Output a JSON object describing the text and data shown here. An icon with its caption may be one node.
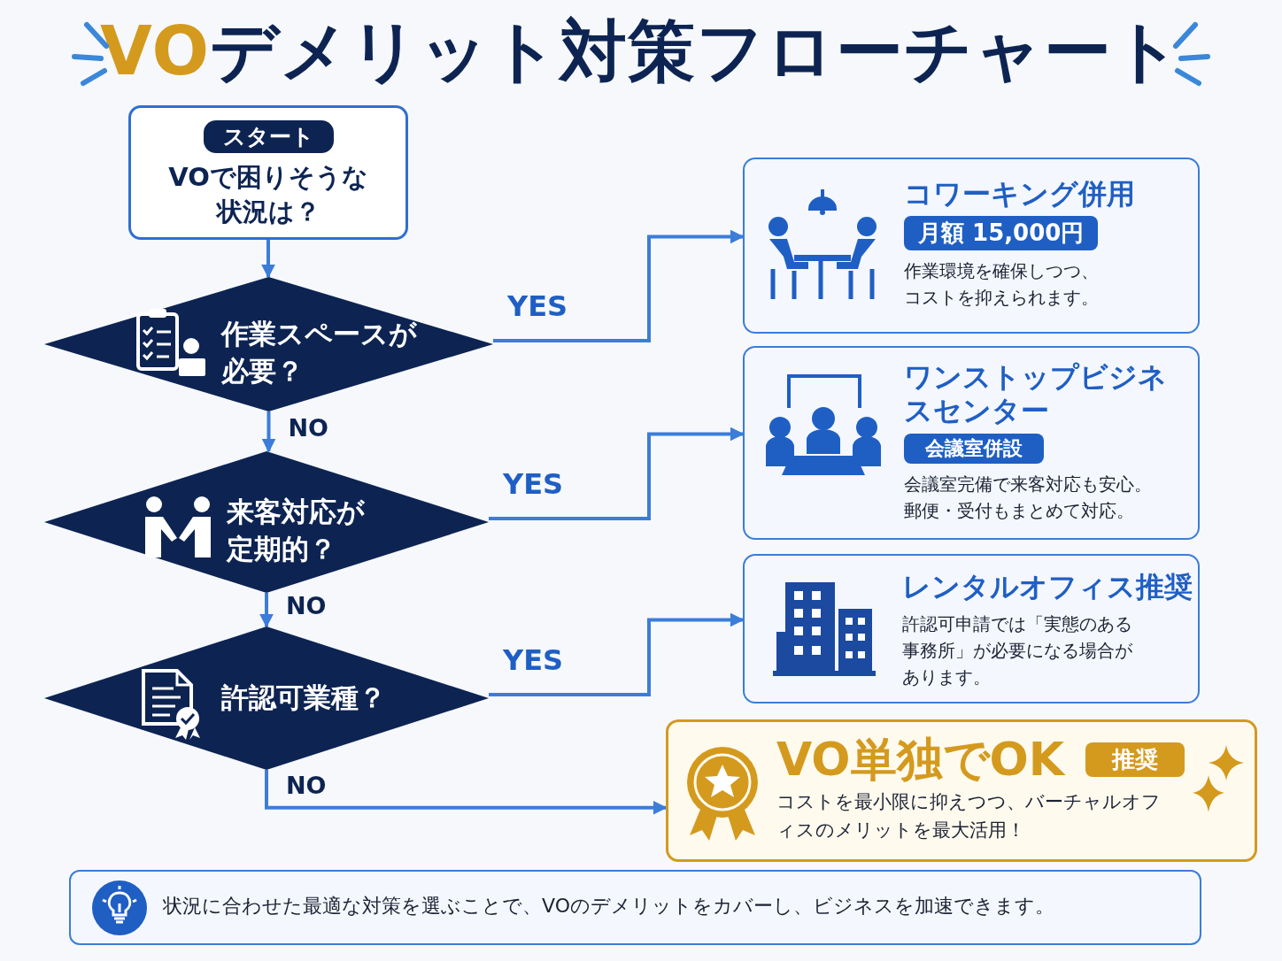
{
  "diagram": {
    "title": "VOデメリット対策フローチャート",
    "nodes": [
      {
        "text": [
          "スタート",
          "VOで困りそうな状況は？"
        ]
      },
      {
        "text": [
          "作業スペースが必要？"
        ]
      },
      {
        "text": [
          "来客対応が定期的？"
        ]
      },
      {
        "text": [
          "許認可業種？"
        ]
      },
      {
        "text": [
          "コワーキング併用",
          "月額 15,000円",
          "作業環境を確保しつつ、コストを抑えられます。"
        ]
      },
      {
        "text": [
          "ワンストップビジネスセンター",
          "会議室併設",
          "会議室完備で来客対応も安心。郵便・受付もまとめて対応。"
        ]
      },
      {
        "text": [
          "レンタルオフィス推奨",
          "許認可申請では「実態のある事務所」が必要になる場合があります。"
        ]
      },
      {
        "text": [
          "VO単独でOK",
          "推奨",
          "コストを最小限に抑えつつ、バーチャルオフィスのメリットを最大活用！"
        ]
      },
      {
        "text": [
          "状況に合わせた最適な対策を選ぶことで、VOのデメリットをカバーし、ビジネスを加速できます。"
        ]
      }
    ],
    "edges": [
      {
        "from": 0,
        "to": 1,
        "arrow": "to"
      },
      {
        "from": 1,
        "to": 4,
        "arrow": "to",
        "label": "YES"
      },
      {
        "from": 1,
        "to": 2,
        "arrow": "to",
        "label": "NO"
      },
      {
        "from": 2,
        "to": 5,
        "arrow": "to",
        "label": "YES"
      },
      {
        "from": 2,
        "to": 3,
        "arrow": "to",
        "label": "NO"
      },
      {
        "from": 3,
        "to": 6,
        "arrow": "to",
        "label": "YES"
      },
      {
        "from": 3,
        "to": 7,
        "arrow": "to",
        "label": "NO"
      }
    ]
  }
}
